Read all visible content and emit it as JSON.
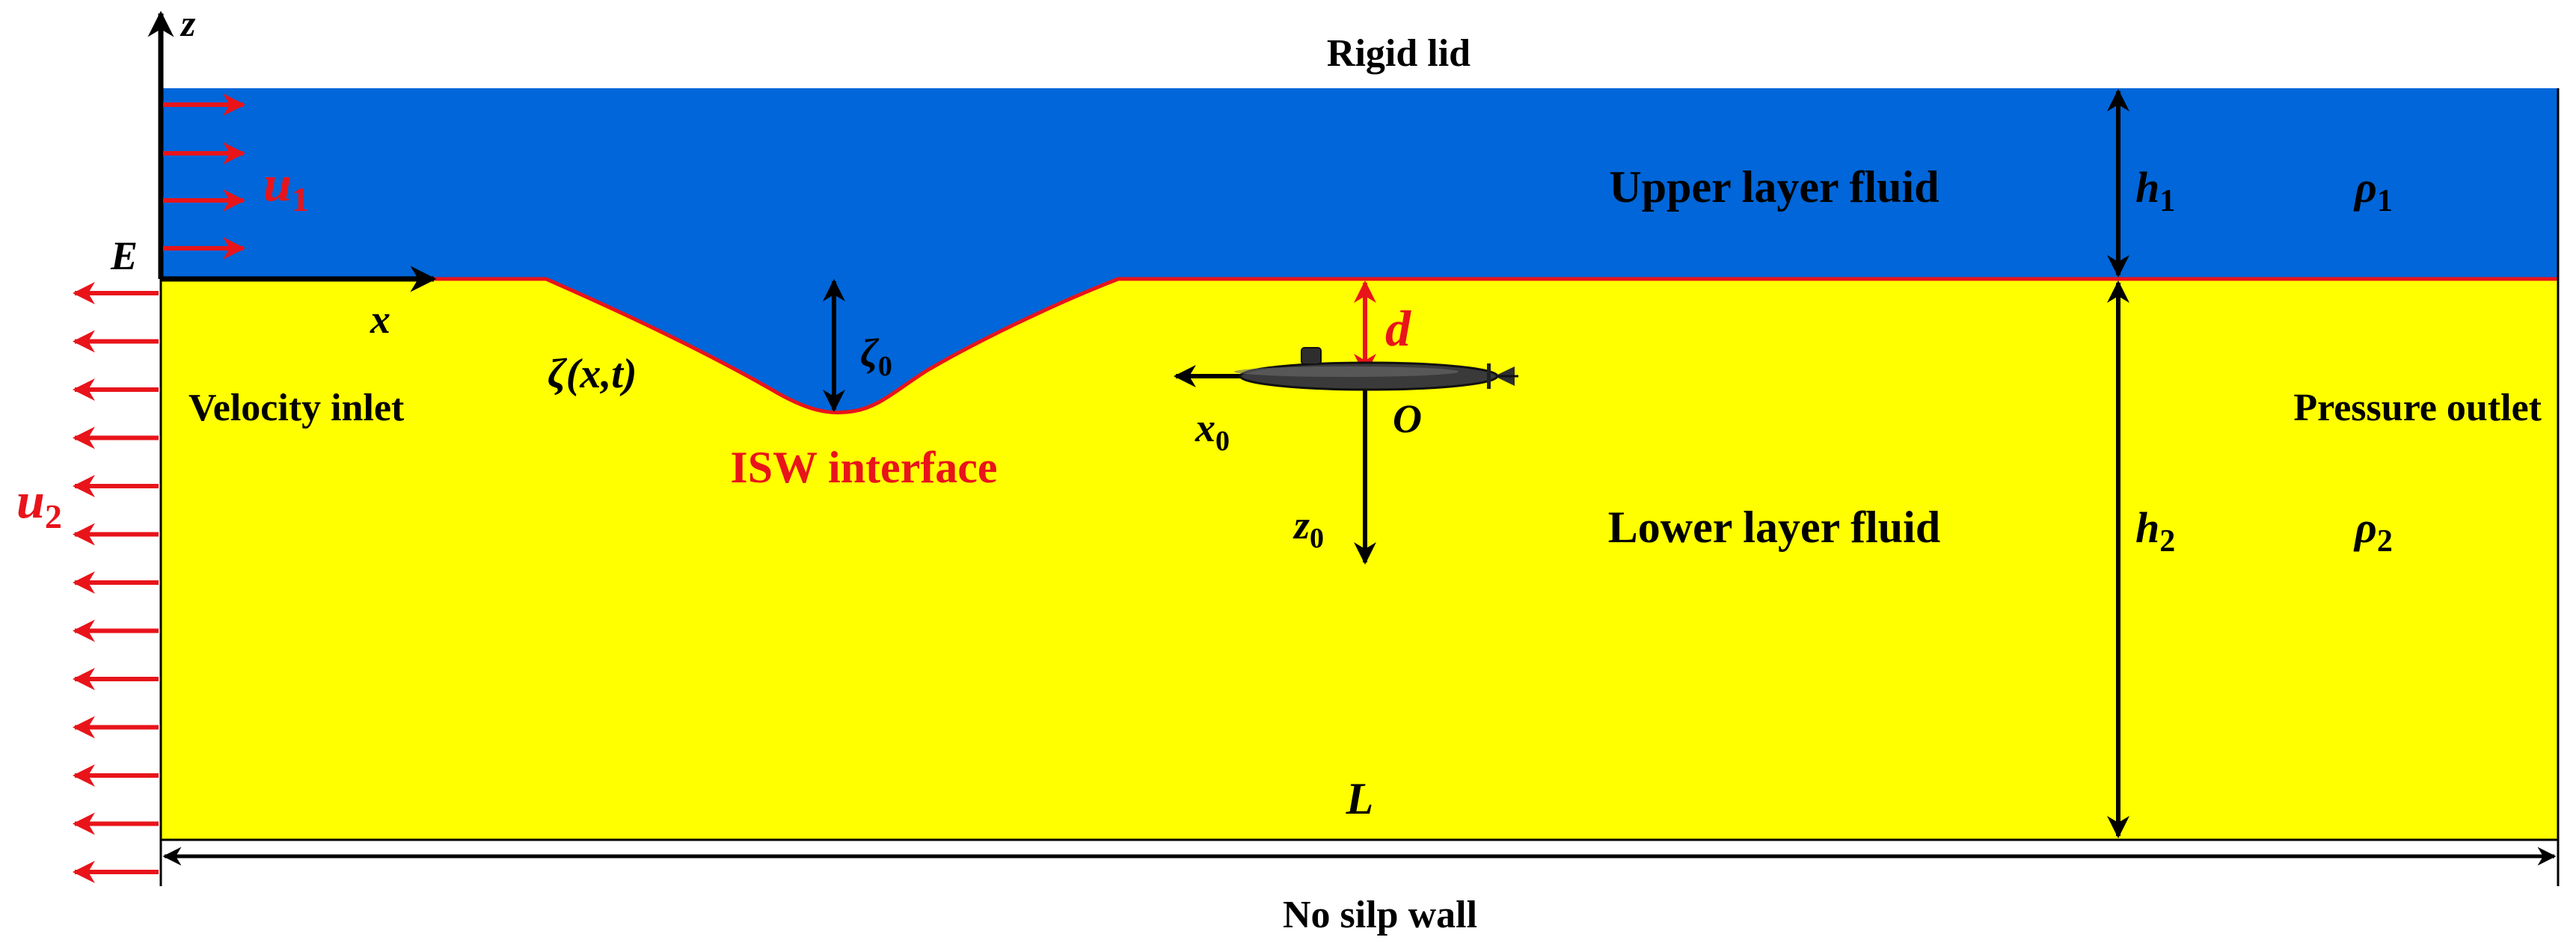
{
  "colors": {
    "upper_layer": "#0066d9",
    "lower_layer": "#ffff00",
    "arrow_red": "#e8141a",
    "arrow_black": "#000000"
  },
  "boundaries": {
    "top": "Rigid lid",
    "bottom": "No silp wall",
    "inlet": "Velocity inlet",
    "outlet": "Pressure outlet"
  },
  "layers": {
    "upper": {
      "name": "Upper layer fluid",
      "thickness": "h",
      "thickness_sub": "1",
      "density": "ρ",
      "density_sub": "1"
    },
    "lower": {
      "name": "Lower layer fluid",
      "thickness": "h",
      "thickness_sub": "2",
      "density": "ρ",
      "density_sub": "2"
    }
  },
  "interface": {
    "name": "ISW interface",
    "profile": "ζ(x,t)",
    "amplitude": "ζ",
    "amplitude_sub": "0"
  },
  "velocities": {
    "upper": "u",
    "upper_sub": "1",
    "lower": "u",
    "lower_sub": "2"
  },
  "axes": {
    "origin_fixed": "E",
    "x": "x",
    "z": "z",
    "origin_body": "O",
    "x0": "x",
    "x0_sub": "0",
    "z0": "z",
    "z0_sub": "0"
  },
  "depth_label": "d",
  "length_label": "L",
  "vehicle": "submarine-icon"
}
